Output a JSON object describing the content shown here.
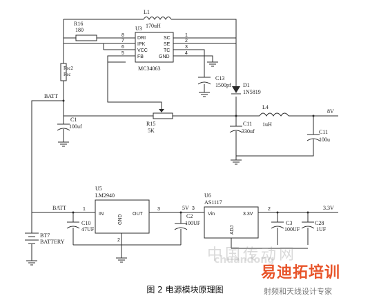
{
  "caption": "图 2  电源模块原理图",
  "watermark": {
    "site_cn": "中国传动网",
    "site_en": "chuandong",
    "brand": "易迪拓培训",
    "slogan": "射频和天线设计专家"
  },
  "components": {
    "L1": {
      "ref": "L1",
      "value": "170uH"
    },
    "R16": {
      "ref": "R16",
      "value": "180"
    },
    "U3": {
      "ref": "U3",
      "part": "MC34063",
      "pins": {
        "DRI": "DRI",
        "IPK": "IPK",
        "VCC": "VCC",
        "FB": "FB",
        "SC": "SC",
        "SE": "SE",
        "TC": "TC",
        "GND": "GND"
      },
      "pin_numbers": {
        "p8": "8",
        "p7": "7",
        "p6": "6",
        "p5": "5",
        "p1": "1",
        "p2": "2",
        "p3": "3",
        "p4": "4"
      }
    },
    "Rsc2": {
      "ref": "Rsc2",
      "value": "Rsc"
    },
    "C13": {
      "ref": "C13",
      "value": "1500pf"
    },
    "D1": {
      "ref": "D1",
      "value": "1N5819"
    },
    "C1": {
      "ref": "C1",
      "value": "100uf"
    },
    "R15": {
      "ref": "R15",
      "value": "5K"
    },
    "L4": {
      "ref": "L4",
      "value": "1uH"
    },
    "C11a": {
      "ref": "C11",
      "value": "330uf"
    },
    "C11b": {
      "ref": "C11",
      "value": "100u"
    },
    "U5": {
      "ref": "U5",
      "part": "LM2940",
      "pin_in": "IN",
      "pin_out": "OUT",
      "pin_gnd": "GND",
      "n1": "1",
      "n2": "2",
      "n3": "3"
    },
    "C10": {
      "ref": "C10",
      "value": "47UF"
    },
    "C2": {
      "ref": "C2",
      "value": "100UF"
    },
    "U6": {
      "ref": "U6",
      "part": "AS1117",
      "pin_vin": "Vin",
      "pin_out": "3.3V",
      "pin_adj": "ADJ",
      "n3": "3",
      "n2": "2"
    },
    "C3": {
      "ref": "C3",
      "value": "100UF"
    },
    "C28": {
      "ref": "C28",
      "value": "1UF"
    },
    "BT7": {
      "ref": "BT7",
      "value": "BATTERY"
    }
  },
  "nets": {
    "batt_top": "BATT",
    "batt_bottom": "BATT",
    "v8": "8V",
    "v5": "5V",
    "v33": "3.3V"
  }
}
